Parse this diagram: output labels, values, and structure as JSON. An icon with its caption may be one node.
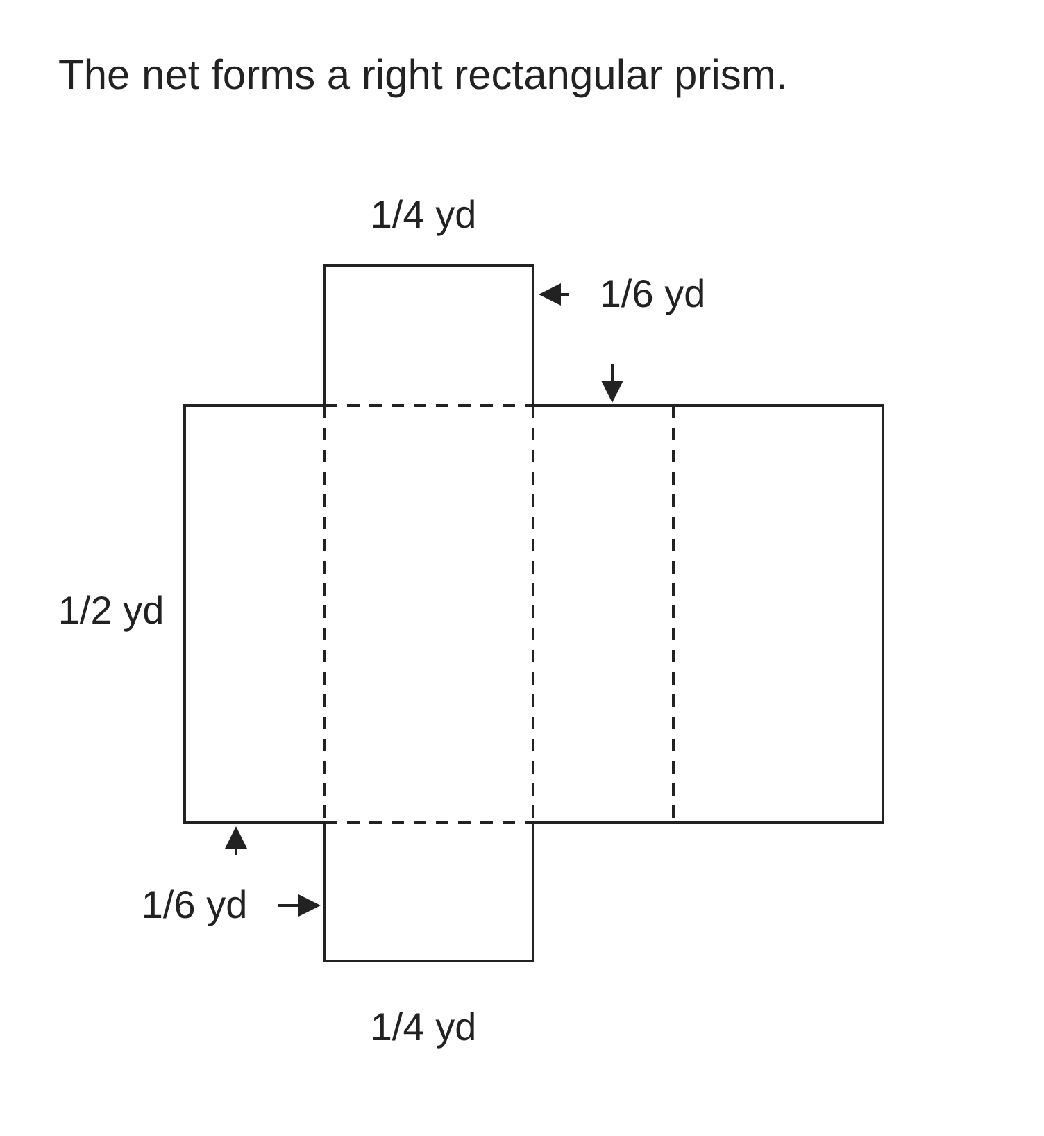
{
  "diagram": {
    "title": "The net forms a right rectangular prism.",
    "labels": [
      "1/4 yd",
      "1/6 yd",
      "1/2 yd",
      "1/6 yd",
      "1/4 yd"
    ]
  }
}
